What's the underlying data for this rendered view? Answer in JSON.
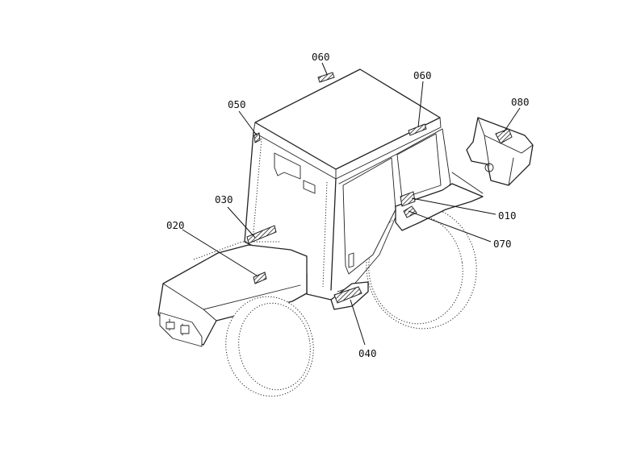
{
  "callouts": [
    {
      "id": "060a",
      "text": "060"
    },
    {
      "id": "060b",
      "text": "060"
    },
    {
      "id": "050",
      "text": "050"
    },
    {
      "id": "080",
      "text": "080"
    },
    {
      "id": "030",
      "text": "030"
    },
    {
      "id": "020",
      "text": "020"
    },
    {
      "id": "010",
      "text": "010"
    },
    {
      "id": "070",
      "text": "070"
    },
    {
      "id": "040",
      "text": "040"
    }
  ]
}
